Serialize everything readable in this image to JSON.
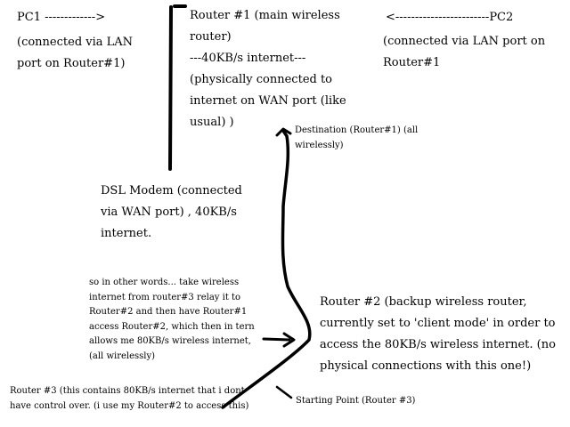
{
  "pc1": {
    "label": "PC1 ------------->",
    "note": "(connected via LAN\nport on Router#1)"
  },
  "router1": {
    "text": "Router #1 (main wireless\nrouter)\n   ---40KB/s internet---\n(physically connected to\ninternet on WAN port (like\nusual) )"
  },
  "pc2": {
    "label": "<------------------------PC2",
    "note": "(connected via LAN port on\nRouter#1"
  },
  "destination": {
    "text": "Destination (Router#1) (all\nwirelessly)"
  },
  "dsl_modem": {
    "text": "DSL Modem (connected\nvia WAN port) , 40KB/s\ninternet."
  },
  "explanation": {
    "text": "so in other words... take wireless\ninternet from router#3 relay it to\nRouter#2 and then have Router#1\naccess Router#2, which then in tern\nallows me 80KB/s wireless internet,\n(all wirelessly)"
  },
  "router2": {
    "text": "Router #2 (backup wireless router,\ncurrently set to 'client mode' in order to\naccess the 80KB/s wireless internet. (no\nphysical connections with this one!)"
  },
  "router3": {
    "text": "Router #3 (this contains 80KB/s internet that i dont\nhave control over. (i use my Router#2 to access this)"
  },
  "starting_point": {
    "text": "Starting Point (Router #3)"
  },
  "colors": {
    "ink": "#000000",
    "background": "#ffffff"
  }
}
